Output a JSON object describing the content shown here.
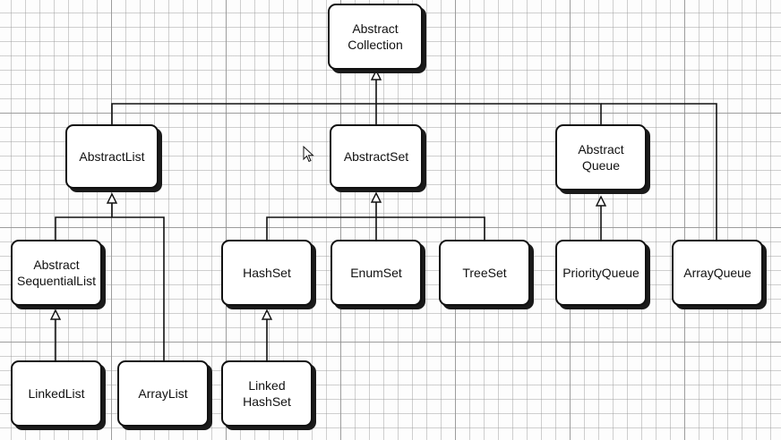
{
  "diagram": {
    "nodes": [
      {
        "id": "abstract-collection",
        "label": "Abstract\nCollection"
      },
      {
        "id": "abstract-list",
        "label": "AbstractList"
      },
      {
        "id": "abstract-set",
        "label": "AbstractSet"
      },
      {
        "id": "abstract-queue",
        "label": "Abstract\nQueue"
      },
      {
        "id": "abstract-sequential-list",
        "label": "Abstract\nSequentialList"
      },
      {
        "id": "hash-set",
        "label": "HashSet"
      },
      {
        "id": "enum-set",
        "label": "EnumSet"
      },
      {
        "id": "tree-set",
        "label": "TreeSet"
      },
      {
        "id": "priority-queue",
        "label": "PriorityQueue"
      },
      {
        "id": "array-queue",
        "label": "ArrayQueue"
      },
      {
        "id": "linked-list",
        "label": "LinkedList"
      },
      {
        "id": "array-list",
        "label": "ArrayList"
      },
      {
        "id": "linked-hash-set",
        "label": "Linked\nHashSet"
      }
    ],
    "edges": [
      {
        "from": "abstract-list",
        "to": "abstract-collection"
      },
      {
        "from": "abstract-set",
        "to": "abstract-collection"
      },
      {
        "from": "abstract-queue",
        "to": "abstract-collection"
      },
      {
        "from": "array-queue",
        "to": "abstract-collection"
      },
      {
        "from": "abstract-sequential-list",
        "to": "abstract-list"
      },
      {
        "from": "array-list",
        "to": "abstract-list"
      },
      {
        "from": "linked-list",
        "to": "abstract-sequential-list"
      },
      {
        "from": "hash-set",
        "to": "abstract-set"
      },
      {
        "from": "enum-set",
        "to": "abstract-set"
      },
      {
        "from": "tree-set",
        "to": "abstract-set"
      },
      {
        "from": "priority-queue",
        "to": "abstract-queue"
      },
      {
        "from": "linked-hash-set",
        "to": "hash-set"
      }
    ]
  }
}
